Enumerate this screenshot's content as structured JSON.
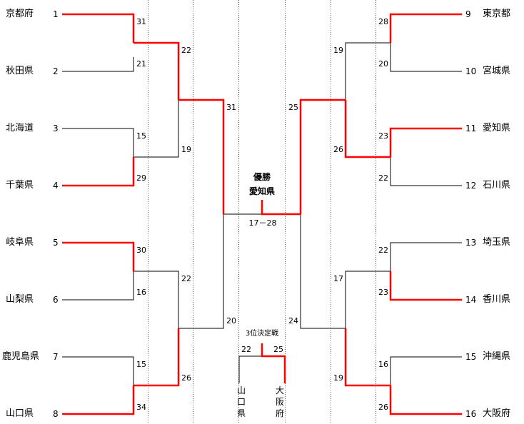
{
  "title": {
    "line1": "優勝",
    "line2": "愛知県"
  },
  "colors": {
    "win": "#ff0000",
    "line": "#000000",
    "guide": "#555555"
  },
  "left_teams": [
    {
      "seed": "1",
      "name": "京都府"
    },
    {
      "seed": "2",
      "name": "秋田県"
    },
    {
      "seed": "3",
      "name": "北海道"
    },
    {
      "seed": "4",
      "name": "千葉県"
    },
    {
      "seed": "5",
      "name": "岐阜県"
    },
    {
      "seed": "6",
      "name": "山梨県"
    },
    {
      "seed": "7",
      "name": "鹿児島県"
    },
    {
      "seed": "8",
      "name": "山口県"
    }
  ],
  "right_teams": [
    {
      "seed": "9",
      "name": "東京都"
    },
    {
      "seed": "10",
      "name": "宮城県"
    },
    {
      "seed": "11",
      "name": "愛知県"
    },
    {
      "seed": "12",
      "name": "石川県"
    },
    {
      "seed": "13",
      "name": "埼玉県"
    },
    {
      "seed": "14",
      "name": "香川県"
    },
    {
      "seed": "15",
      "name": "沖縄県"
    },
    {
      "seed": "16",
      "name": "大阪府"
    }
  ],
  "scores": {
    "L_r1": [
      "31",
      "21",
      "15",
      "29",
      "30",
      "16",
      "15",
      "34"
    ],
    "L_r2": [
      "22",
      "19",
      "22",
      "26"
    ],
    "L_r3": [
      "31",
      "20"
    ],
    "R_r1": [
      "28",
      "20",
      "23",
      "22",
      "22",
      "23",
      "16",
      "26"
    ],
    "R_r2": [
      "19",
      "26",
      "17",
      "19"
    ],
    "R_r3": [
      "25",
      "24"
    ]
  },
  "final_score": "17－28",
  "third_place": {
    "label": "3位決定戦",
    "left_score": "22",
    "right_score": "25",
    "left_team": "山口県",
    "right_team": "大阪府"
  }
}
